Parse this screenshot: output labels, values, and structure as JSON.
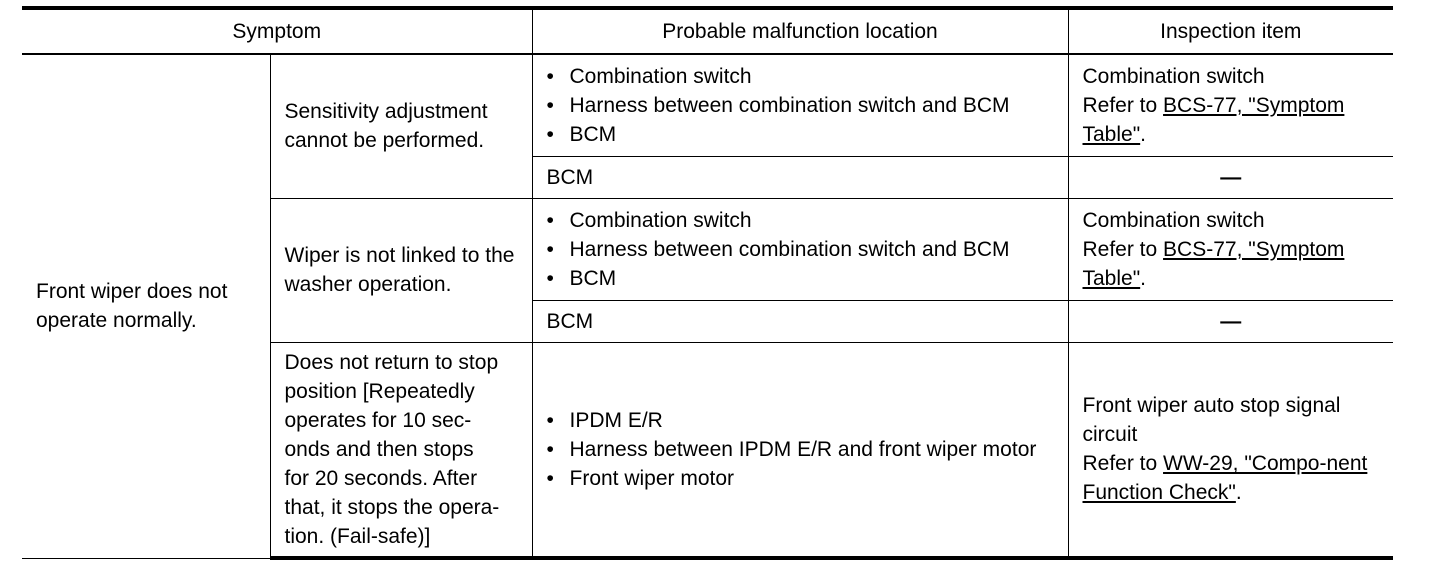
{
  "headers": {
    "symptom": "Symptom",
    "location": "Probable malfunction location",
    "inspection": "Inspection item"
  },
  "symptom_main": "Front wiper does not operate normally.",
  "groups": [
    {
      "sub_symptom": "Sensitivity adjustment cannot be performed.",
      "rows": [
        {
          "locations": [
            "Combination switch",
            "Harness between combination switch and BCM",
            "BCM"
          ],
          "inspection": {
            "item": "Combination switch",
            "prefix": "Refer to ",
            "link": "BCS-77, \"Symptom Table\"",
            "suffix": "."
          }
        },
        {
          "location_text": "BCM",
          "inspection_dash": "—"
        }
      ]
    },
    {
      "sub_symptom": "Wiper is not linked to the washer operation.",
      "rows": [
        {
          "locations": [
            "Combination switch",
            "Harness between combination switch and BCM",
            "BCM"
          ],
          "inspection": {
            "item": "Combination switch",
            "prefix": "Refer to ",
            "link": "BCS-77, \"Symptom Table\"",
            "suffix": "."
          }
        },
        {
          "location_text": "BCM",
          "inspection_dash": "—"
        }
      ]
    },
    {
      "sub_symptom_lines": [
        "Does not return to stop",
        "position [Repeatedly",
        "operates for 10 sec-",
        "onds and then stops",
        "for 20 seconds. After",
        "that, it stops the opera-",
        "tion. (Fail-safe)]"
      ],
      "rows": [
        {
          "locations": [
            "IPDM E/R",
            "Harness between IPDM E/R and front wiper motor",
            "Front wiper motor"
          ],
          "inspection": {
            "item_lines": [
              "Front wiper auto stop signal",
              "circuit"
            ],
            "prefix": "Refer to ",
            "link": "WW-29, \"Compo-nent Function Check\"",
            "suffix": "."
          }
        }
      ]
    }
  ]
}
